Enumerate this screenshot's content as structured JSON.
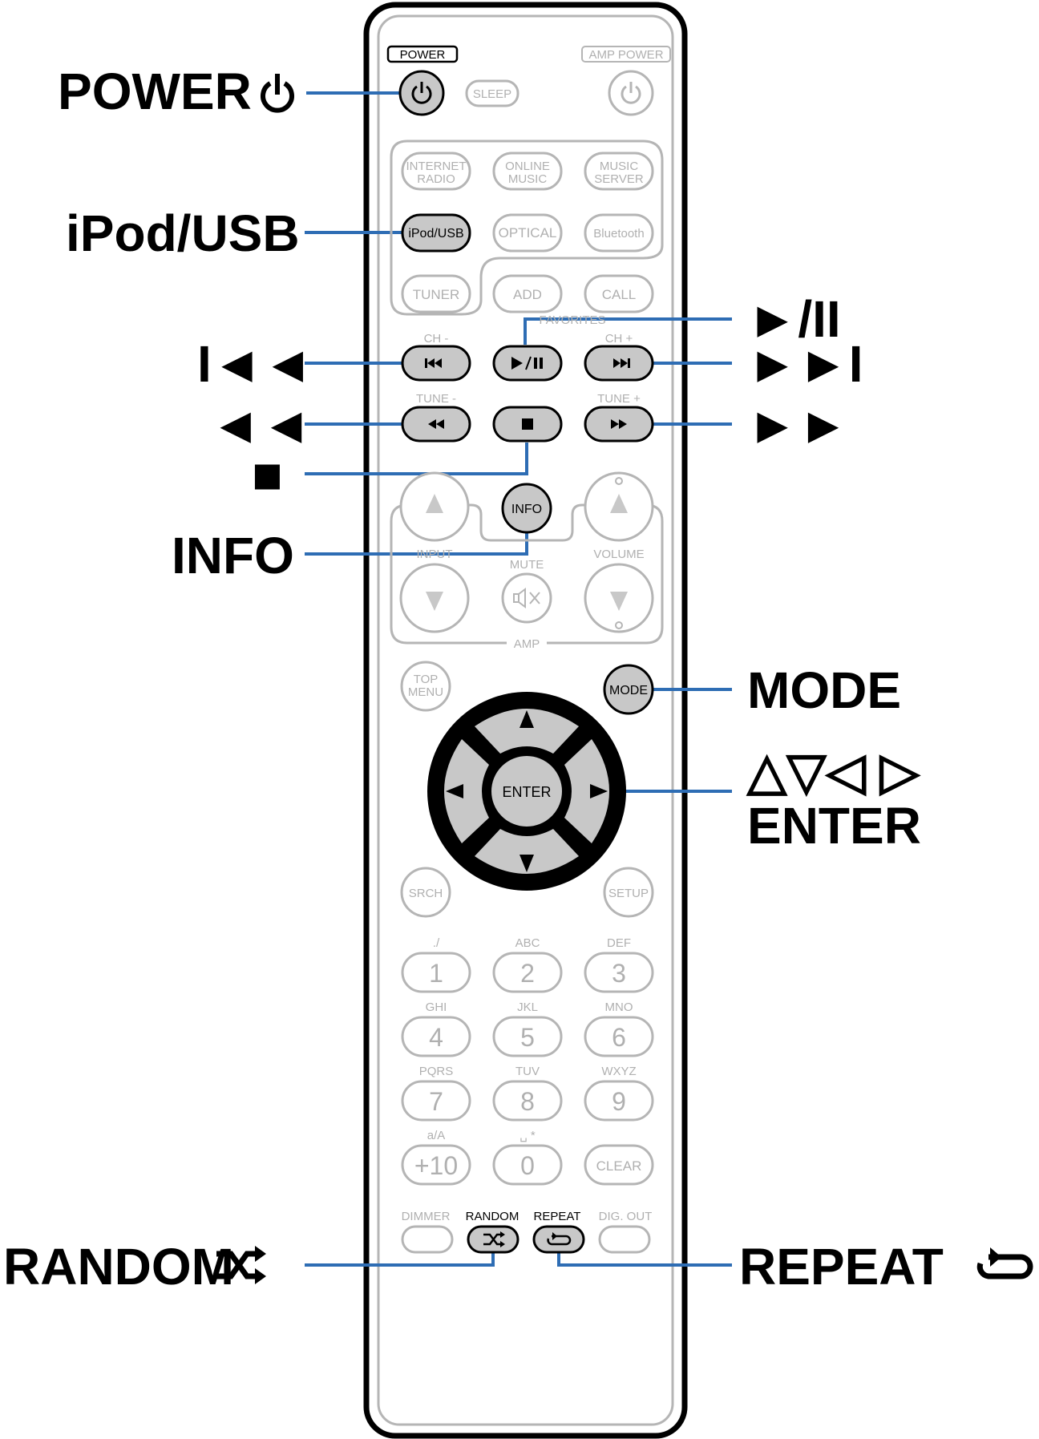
{
  "colors": {
    "leader": "#2e6db4",
    "highlight_key": "#c8c8c8",
    "inactive_outline": "#b5b5b5"
  },
  "icons": {
    "power": "power-icon",
    "shuffle": "shuffle-icon",
    "repeat": "repeat-icon",
    "mute": "mute-icon"
  },
  "callouts": {
    "power": "POWER",
    "ipod_usb": "iPod/USB",
    "play_pause": "►/II",
    "skip_back": "I◄◄",
    "skip_forward": "►►I",
    "rewind": "◄◄",
    "fast_forward": "►►",
    "stop": "■",
    "info": "INFO",
    "mode": "MODE",
    "cursors": "△▽◁ ▷",
    "enter": "ENTER",
    "random": "RANDOM",
    "repeat": "REPEAT"
  },
  "remote": {
    "power_label": "POWER",
    "amp_power_label": "AMP POWER",
    "sleep": "SLEEP",
    "internet_radio_1": "INTERNET",
    "internet_radio_2": "RADIO",
    "online_music_1": "ONLINE",
    "online_music_2": "MUSIC",
    "music_server_1": "MUSIC",
    "music_server_2": "SERVER",
    "ipod_usb": "iPod/USB",
    "optical": "OPTICAL",
    "bluetooth": "Bluetooth",
    "tuner": "TUNER",
    "add": "ADD",
    "call": "CALL",
    "favorites": "FAVORITES",
    "ch_minus": "CH -",
    "ch_plus": "CH +",
    "tune_minus": "TUNE -",
    "tune_plus": "TUNE +",
    "info": "INFO",
    "input": "INPUT",
    "mute": "MUTE",
    "volume": "VOLUME",
    "amp": "AMP",
    "top_menu_1": "TOP",
    "top_menu_2": "MENU",
    "mode": "MODE",
    "enter": "ENTER",
    "srch": "SRCH",
    "setup": "SETUP",
    "keypad": [
      {
        "digit": "1",
        "letters": "./"
      },
      {
        "digit": "2",
        "letters": "ABC"
      },
      {
        "digit": "3",
        "letters": "DEF"
      },
      {
        "digit": "4",
        "letters": "GHI"
      },
      {
        "digit": "5",
        "letters": "JKL"
      },
      {
        "digit": "6",
        "letters": "MNO"
      },
      {
        "digit": "7",
        "letters": "PQRS"
      },
      {
        "digit": "8",
        "letters": "TUV"
      },
      {
        "digit": "9",
        "letters": "WXYZ"
      },
      {
        "digit": "+10",
        "letters": "a/A"
      },
      {
        "digit": "0",
        "letters": "␣ *"
      },
      {
        "digit": "CLEAR",
        "letters": ""
      }
    ],
    "dimmer": "DIMMER",
    "random": "RANDOM",
    "repeat": "REPEAT",
    "dig_out": "DIG. OUT"
  }
}
